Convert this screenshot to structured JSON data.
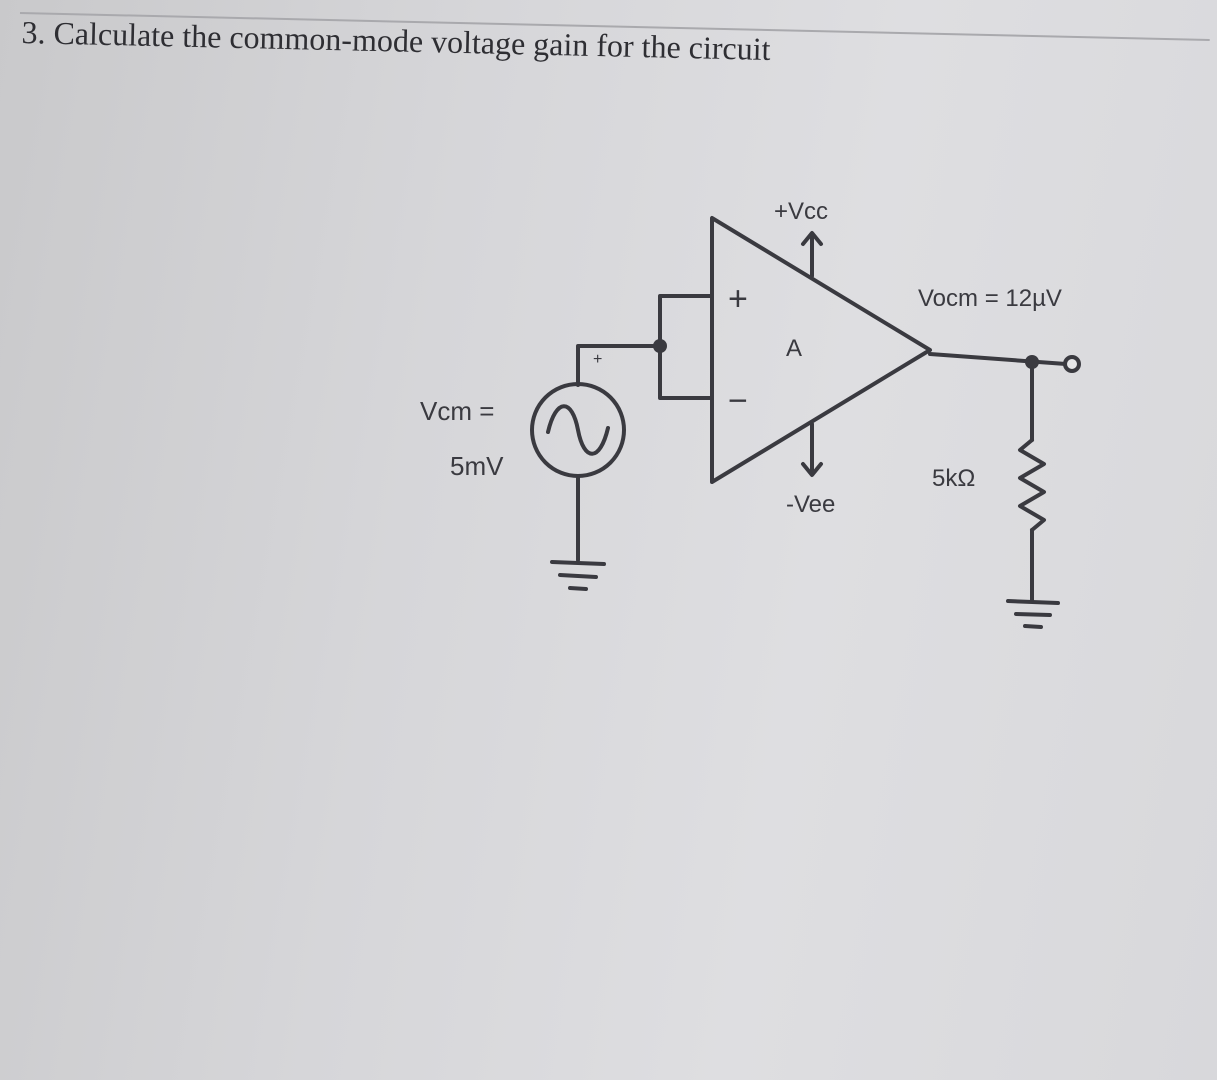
{
  "question": {
    "text": "3. Calculate the common-mode voltage gain for the circuit"
  },
  "circuit": {
    "supply_positive": "+Vcc",
    "supply_negative": "-Vee",
    "amp_label": "A",
    "noninverting_sign": "+",
    "inverting_sign": "−",
    "source_polarity": "+",
    "source_label_line1": "Vcm =",
    "source_label_line2": "5mV",
    "output_label": "Vocm = 12µV",
    "resistor_label": "5kΩ",
    "colors": {
      "ink": "#3a3a40"
    }
  }
}
